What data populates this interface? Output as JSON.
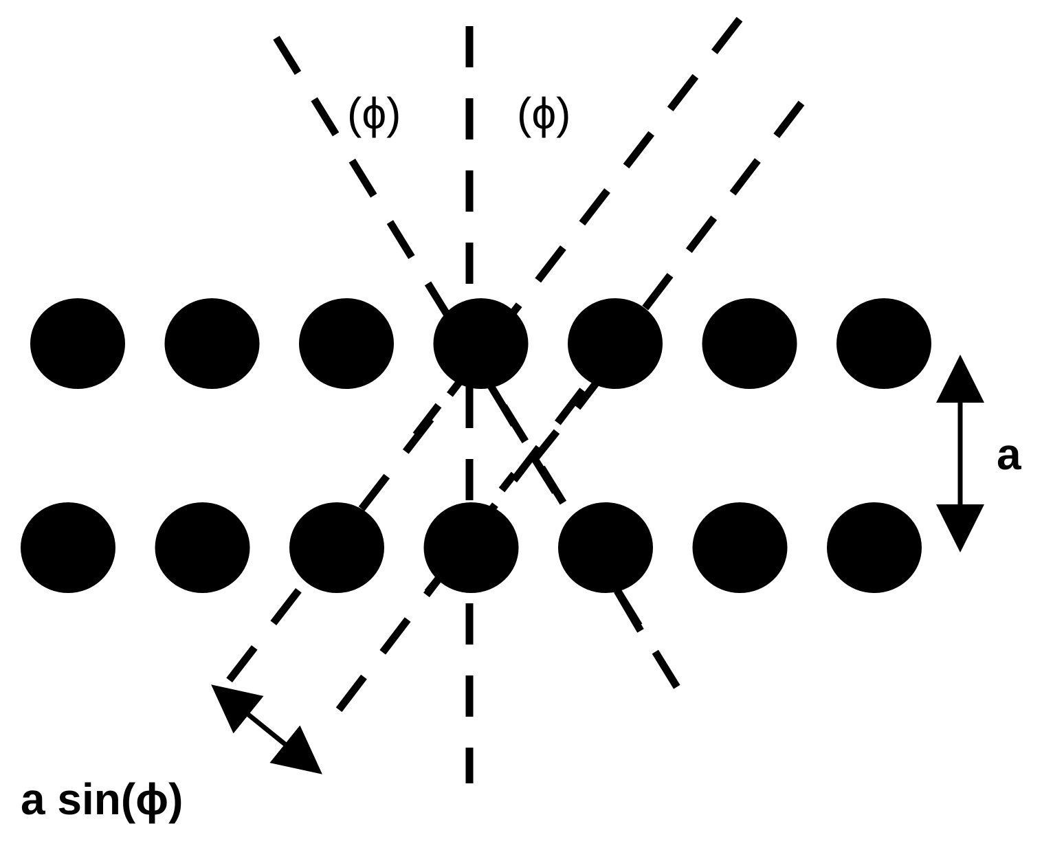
{
  "diagram": {
    "labels": {
      "angle_left": "(ϕ)",
      "angle_right": "(ϕ)",
      "spacing": "a",
      "path_difference": "a sin(ϕ)"
    },
    "rows": [
      {
        "atoms": 7
      },
      {
        "atoms": 7
      }
    ],
    "colors": {
      "atom": "#000000",
      "line": "#000000",
      "background": "#ffffff"
    },
    "line_style": "dashed"
  }
}
